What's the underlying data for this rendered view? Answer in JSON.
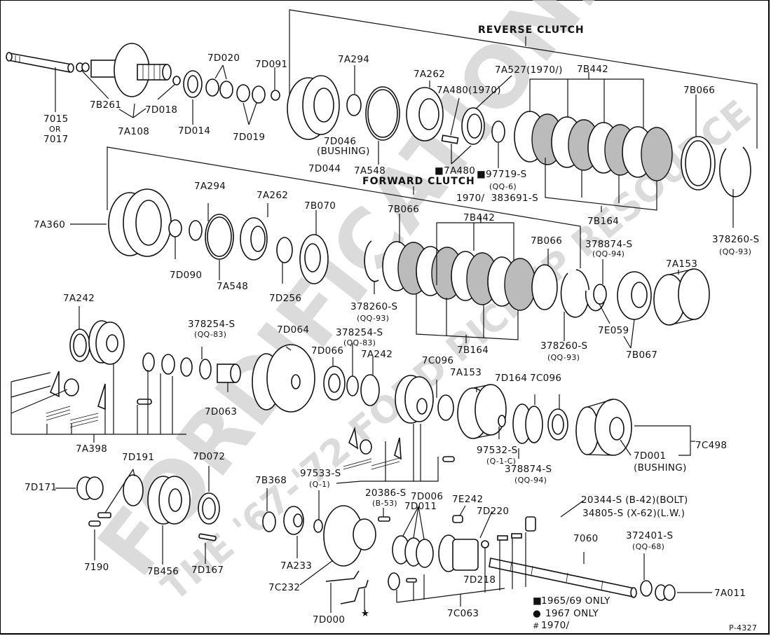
{
  "diagram": {
    "title": "Ford C4 Automatic Transmission - Exploded View",
    "figure_number": "P-4327",
    "watermark": {
      "main": "FORDIFICATION.COM",
      "sub": "THE '67-'72 FORD PICKUP RESOURCE"
    },
    "groups": {
      "reverse_clutch": "REVERSE CLUTCH",
      "forward_clutch": "FORWARD CLUTCH"
    },
    "legend": [
      {
        "symbol": "■",
        "text": "1965/69 ONLY"
      },
      {
        "symbol": "●",
        "text": "1967 ONLY"
      },
      {
        "symbol": "#",
        "text": "1970/"
      }
    ],
    "labels": {
      "l7015": "7015",
      "l7015or": "OR",
      "l7017": "7017",
      "l7B261": "7B261",
      "l7A108": "7A108",
      "l7D018": "7D018",
      "l7D014": "7D014",
      "l7D020": "7D020",
      "l7D019": "7D019",
      "l7D091": "7D091",
      "l7D046": "7D046",
      "l7D046b": "(BUSHING)",
      "l7D044": "7D044",
      "l7A294a": "7A294",
      "l7A548a": "7A548",
      "l7A262a": "7A262",
      "l7A480_1970": "7A480(1970)",
      "l7A480": "■7A480",
      "l7A527": "7A527(1970/)",
      "l97719": "■97719-S",
      "l97719q": "(QQ-6)",
      "l383691": "1970/  383691-S",
      "l7B442a": "7B442",
      "l7B164a": "7B164",
      "l7B066a": "7B066",
      "l378260a": "378260-S",
      "l378260aq": "(QQ-93)",
      "l7A360": "7A360",
      "l7D090": "7D090",
      "l7A294b": "7A294",
      "l7A548b": "7A548",
      "l7A262b": "7A262",
      "l7D256": "7D256",
      "l7B070": "7B070",
      "l378260b": "378260-S",
      "l378260bq": "(QQ-93)",
      "l7B066b": "7B066",
      "l7B442b": "7B442",
      "l7B164b": "7B164",
      "l7B066c": "7B066",
      "l378260c": "378260-S",
      "l378260cq": "(QQ-93)",
      "l378874a": "378874-S",
      "l378874aq": "(QQ-94)",
      "l7E059": "7E059",
      "l7B067": "7B067",
      "l7A153a": "7A153",
      "l7A242a": "7A242",
      "l378254a": "378254-S",
      "l378254aq": "(QQ-83)",
      "l7D063": "7D063",
      "l7D064": "7D064",
      "l7D066": "7D066",
      "l378254b": "378254-S",
      "l378254bq": "(QQ-83)",
      "l7A242b": "7A242",
      "l7A398": "7A398",
      "l7C096a": "7C096",
      "l7A153b": "7A153",
      "l7D164": "7D164",
      "l7C096b": "7C096",
      "l97532": "97532-S",
      "l97532q": "(Q-1-C)",
      "l378874b": "378874-S",
      "l378874bq": "(QQ-94)",
      "l7D001": "7D001",
      "l7D001b": "(BUSHING)",
      "l7C498": "7C498",
      "l97533": "97533-S",
      "l97533q": "(Q-1)",
      "l20386": "20386-S",
      "l20386q": "(B-53)",
      "l7D006": "7D006",
      "l7D171": "7D171",
      "l7D191": "7D191",
      "l7D072": "7D072",
      "l7190": "7190",
      "l7B456": "7B456",
      "l7D167": "7D167",
      "l7B368": "7B368",
      "l7A233": "7A233",
      "l7C232": "7C232",
      "l7D000": "7D000",
      "l7D011": "7D011",
      "l7E242": "7E242",
      "l7D220": "7D220",
      "l7D218": "7D218",
      "l7C063": "7C063",
      "l20344": "20344-S (B-42)(BOLT)",
      "l34805": "34805-S (X-62)(L.W.)",
      "l7060": "7060",
      "l372401": "372401-S",
      "l372401q": "(QQ-68)",
      "l7A011": "7A011",
      "lstar": "★"
    }
  }
}
